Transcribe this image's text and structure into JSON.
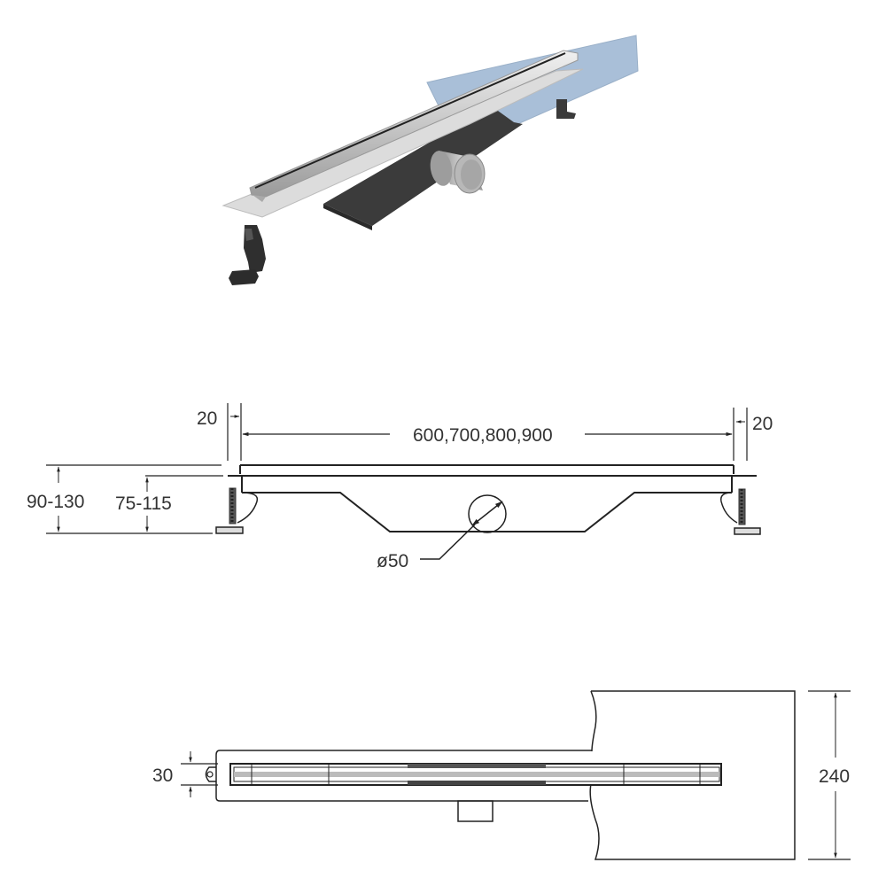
{
  "product_view": {
    "description": "Linear shower drain with slim stainless grate, waterproof membrane sheet, side outlet pipe and adjustable legs",
    "colors": {
      "membrane": "#a9bfd8",
      "steel_light": "#d8d8d8",
      "steel_mid": "#a8a8a8",
      "body_dark": "#3a3a3a",
      "pipe": "#b5b5b5",
      "legs": "#2e2e2e"
    }
  },
  "side_view": {
    "flange_left": "20",
    "length": "600,700,800,900",
    "flange_right": "20",
    "total_height": "90-130",
    "body_height": "75-115",
    "outlet_diameter": "ø50"
  },
  "top_view": {
    "grate_width": "30",
    "membrane_width": "240"
  },
  "line_color": "#222222",
  "text_color": "#333333"
}
